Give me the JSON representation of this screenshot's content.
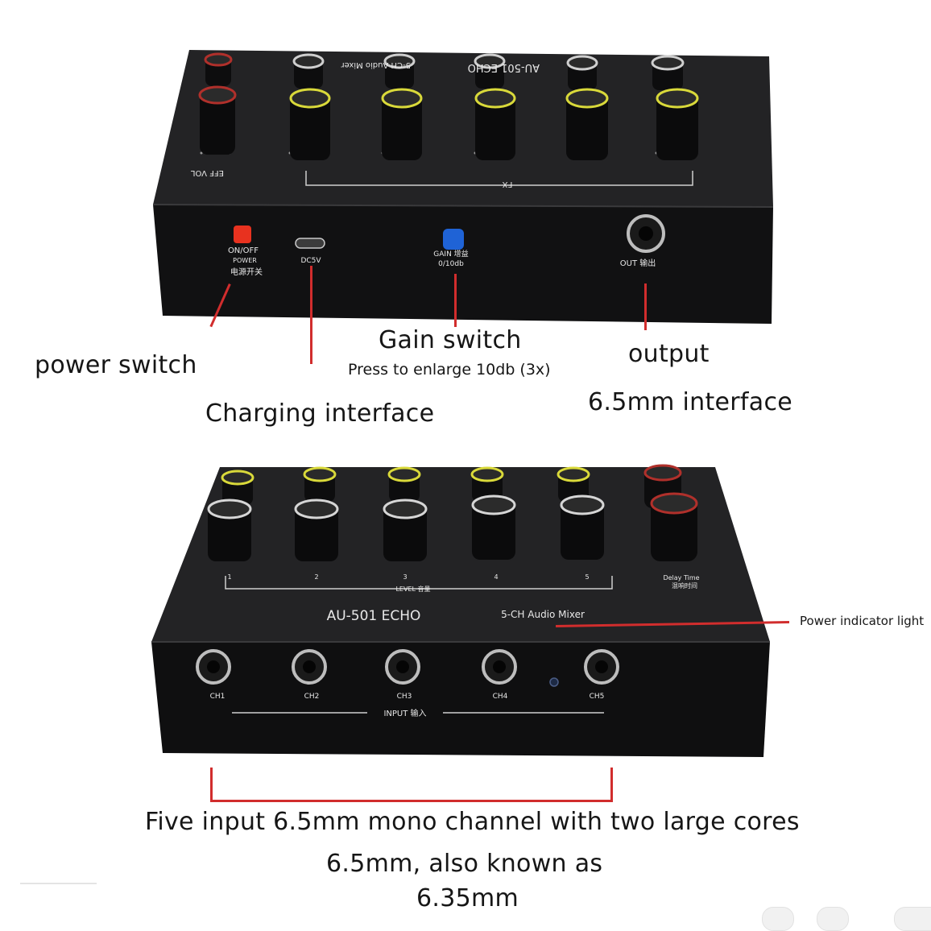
{
  "top_panel": {
    "eff_vol": "EFF VOL",
    "fx": "FX",
    "model": "AU-501 ECHO",
    "audio_mixer": "5-CH Audio Mixer",
    "power_label_1": "ON/OFF",
    "power_label_2": "POWER",
    "power_label_3": "电源开关",
    "dc_label": "DC5V",
    "gain_label_1": "GAIN 增益",
    "gain_label_2": "0/10db",
    "out_label": "OUT 输出"
  },
  "annotations": {
    "power_switch": "power switch",
    "charging_interface": "Charging interface",
    "gain_switch": "Gain switch",
    "gain_note": "Press to enlarge 10db (3x)",
    "output": "output",
    "output_note": "6.5mm interface",
    "power_indicator": "Power indicator light",
    "inputs_line1": "Five input 6.5mm mono channel with two large cores",
    "inputs_line2": "6.5mm, also known as",
    "inputs_line3": "6.35mm"
  },
  "bottom_panel": {
    "model": "AU-501 ECHO",
    "audio_mixer": "5-CH Audio Mixer",
    "level": "LEVEL 音量",
    "delay_1": "Delay Time",
    "delay_2": "混响时间",
    "channels": [
      "CH1",
      "CH2",
      "CH3",
      "CH4",
      "CH5"
    ],
    "knob_numbers": [
      "1",
      "2",
      "3",
      "4",
      "5"
    ],
    "input": "INPUT 输入"
  },
  "colors": {
    "device_body": "#1c1c1e",
    "device_face": "#101011",
    "knob_ring_yellow": "#d9d93a",
    "knob_ring_red": "#b0302b",
    "pointer_red": "#d12d2d",
    "power_button": "#e8321f",
    "gain_button": "#1f63d6"
  }
}
